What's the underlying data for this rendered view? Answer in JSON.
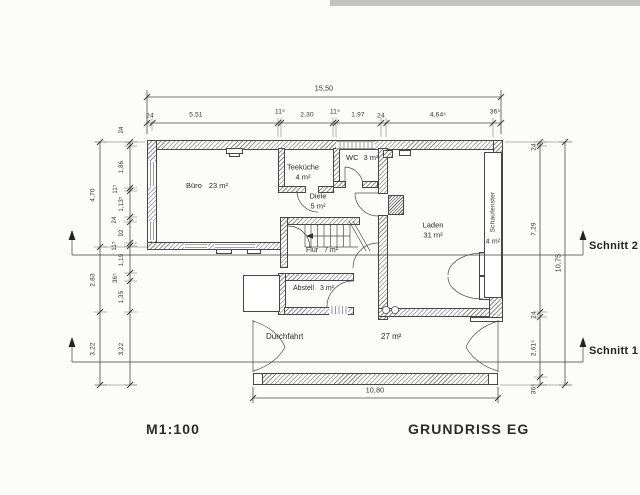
{
  "page": {
    "scale": "M1:100",
    "title": "GRUNDRISS EG"
  },
  "sections": {
    "s1": "Schnitt 1",
    "s2": "Schnitt 2"
  },
  "rooms": {
    "buero": {
      "name": "Büro",
      "area": "23 m²"
    },
    "teekueche": {
      "name": "Teeküche",
      "area": "4 m²"
    },
    "wc": {
      "name": "WC",
      "area": "3 m²"
    },
    "diele": {
      "name": "Diele",
      "area": "5 m²"
    },
    "laden": {
      "name": "Laden",
      "area": "31 m²"
    },
    "schaufenster": {
      "name": "Schaufenster",
      "area": "4 m²"
    },
    "flur": {
      "name": "Flur",
      "area": "7 m²"
    },
    "abstell": {
      "name": "Abstell",
      "area": "3 m²"
    },
    "durchfahrt": {
      "name": "Durchfahrt",
      "area": "27 m²"
    }
  },
  "dims": {
    "total_width": "15,50",
    "top": [
      "24",
      "5,51",
      "11⁵",
      "2,30",
      "11⁵",
      "1,97",
      "24",
      "4,64⁵",
      "36⁵"
    ],
    "left_outer": [
      "4,70",
      "2,83",
      "3,22"
    ],
    "left_inner": [
      "24",
      "1,86",
      "11⁵",
      "1,13⁵",
      "24",
      "92",
      "11⁵",
      "1,19",
      "36⁵",
      "1,35",
      "3,22"
    ],
    "right_inner": [
      "24",
      "7,29",
      "24",
      "2,61⁵",
      "36⁵"
    ],
    "total_height": "10,75",
    "bottom_width": "10,80"
  }
}
